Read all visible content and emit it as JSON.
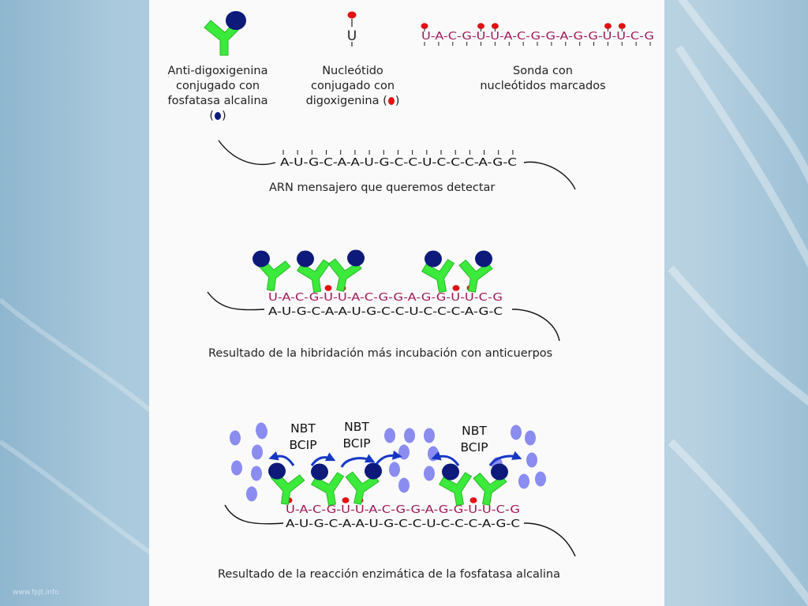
{
  "legend": {
    "antibody": {
      "lines": [
        "Anti-digoxigenina",
        "conjugado con",
        "fosfatasa alcalina"
      ],
      "symbol_note": "( )"
    },
    "nucleotide": {
      "base": "U",
      "lines": [
        "Nucleótido",
        "conjugado con",
        "digoxigenina ( )"
      ]
    },
    "probe": {
      "sequence": "U-A-C-G-U-U-A-C-G-G-A-G-G-U-U-C-G",
      "lines": [
        "Sonda con",
        "nucleótidos marcados"
      ]
    }
  },
  "mrna": {
    "sequence": "A-U-G-C-A-A-U-G-C-C-U-C-C-C-A-G-C",
    "caption": "ARN mensajero que queremos detectar"
  },
  "hybridization": {
    "probe_sequence": "U-A-C-G-U-U-A-C-G-G-A-G-G-U-U-C-G",
    "mrna_sequence": "A-U-G-C-A-A-U-G-C-C-U-C-C-C-A-G-C",
    "caption": "Resultado de la hibridación más incubación con anticuerpos"
  },
  "enzymatic": {
    "probe_sequence": "U-A-C-G-U-U-A-C-G-G-A-G-G-U-U-C-G",
    "mrna_sequence": "A-U-G-C-A-A-U-G-C-C-U-C-C-C-A-G-C",
    "substrates": [
      {
        "line1": "NBT",
        "line2": "BCIP"
      },
      {
        "line1": "NBT",
        "line2": "BCIP"
      },
      {
        "line1": "NBT",
        "line2": "BCIP"
      }
    ],
    "caption": "Resultado de la reacción enzimática de la fosfatasa alcalina"
  },
  "watermark": "www.fpjt.info",
  "colors": {
    "antibody": "#3bea3b",
    "phosphatase": "#0d1a7a",
    "digoxigenin": "#e21212",
    "probe_text": "#a0175a",
    "precipitate": "#8a8cf0",
    "arrow": "#1537c6"
  }
}
